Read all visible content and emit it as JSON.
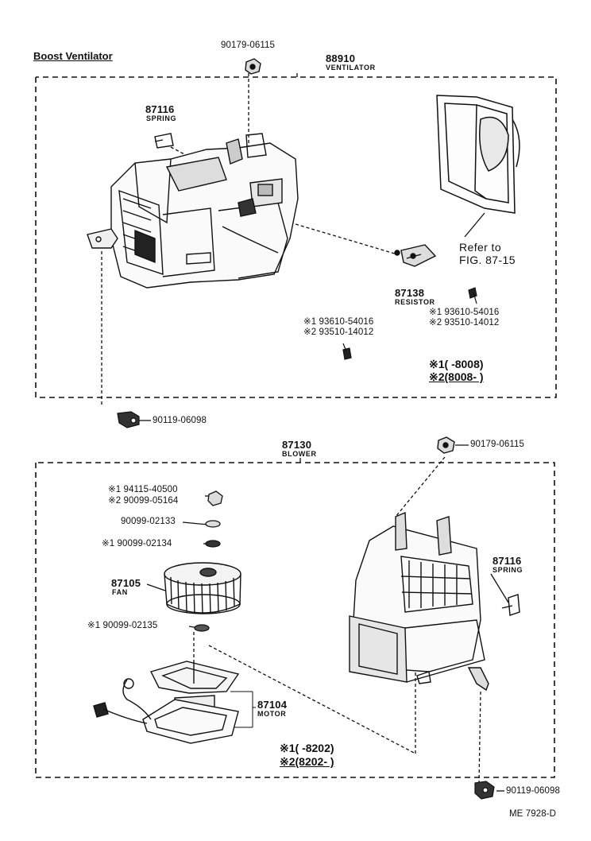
{
  "title": "Boost Ventilator",
  "ventilator_section": {
    "part_number": "88910",
    "part_name": "VENTILATOR",
    "top_nut": "90179-06115",
    "spring_number": "87116",
    "spring_name": "SPRING",
    "resistor_number": "87138",
    "resistor_name": "RESISTOR",
    "screw_right_1": "※1 93610-54016",
    "screw_right_2": "※2 93510-14012",
    "screw_left_1": "※1 93610-54016",
    "screw_left_2": "※2 93510-14012",
    "refer_line1": "Refer to",
    "refer_line2": "FIG. 87-15",
    "note1": "※1(        -8008)",
    "note2": "※2(8008-          )"
  },
  "bolt_middle": "90119-06098",
  "blower_section": {
    "part_number": "87130",
    "part_name": "BLOWER",
    "top_nut": "90179-06115",
    "washer_1a": "※1 94115-40500",
    "washer_1b": "※2 90099-05164",
    "washer_2": "90099-02133",
    "washer_3": "※1 90099-02134",
    "fan_number": "87105",
    "fan_name": "FAN",
    "washer_4": "※1 90099-02135",
    "spring_number": "87116",
    "spring_name": "SPRING",
    "motor_number": "87104",
    "motor_name": "MOTOR",
    "note1": "※1(        -8202)",
    "note2": "※2(8202-          )"
  },
  "bolt_bottom": "90119-06098",
  "figure_code": "ME 7928-D"
}
